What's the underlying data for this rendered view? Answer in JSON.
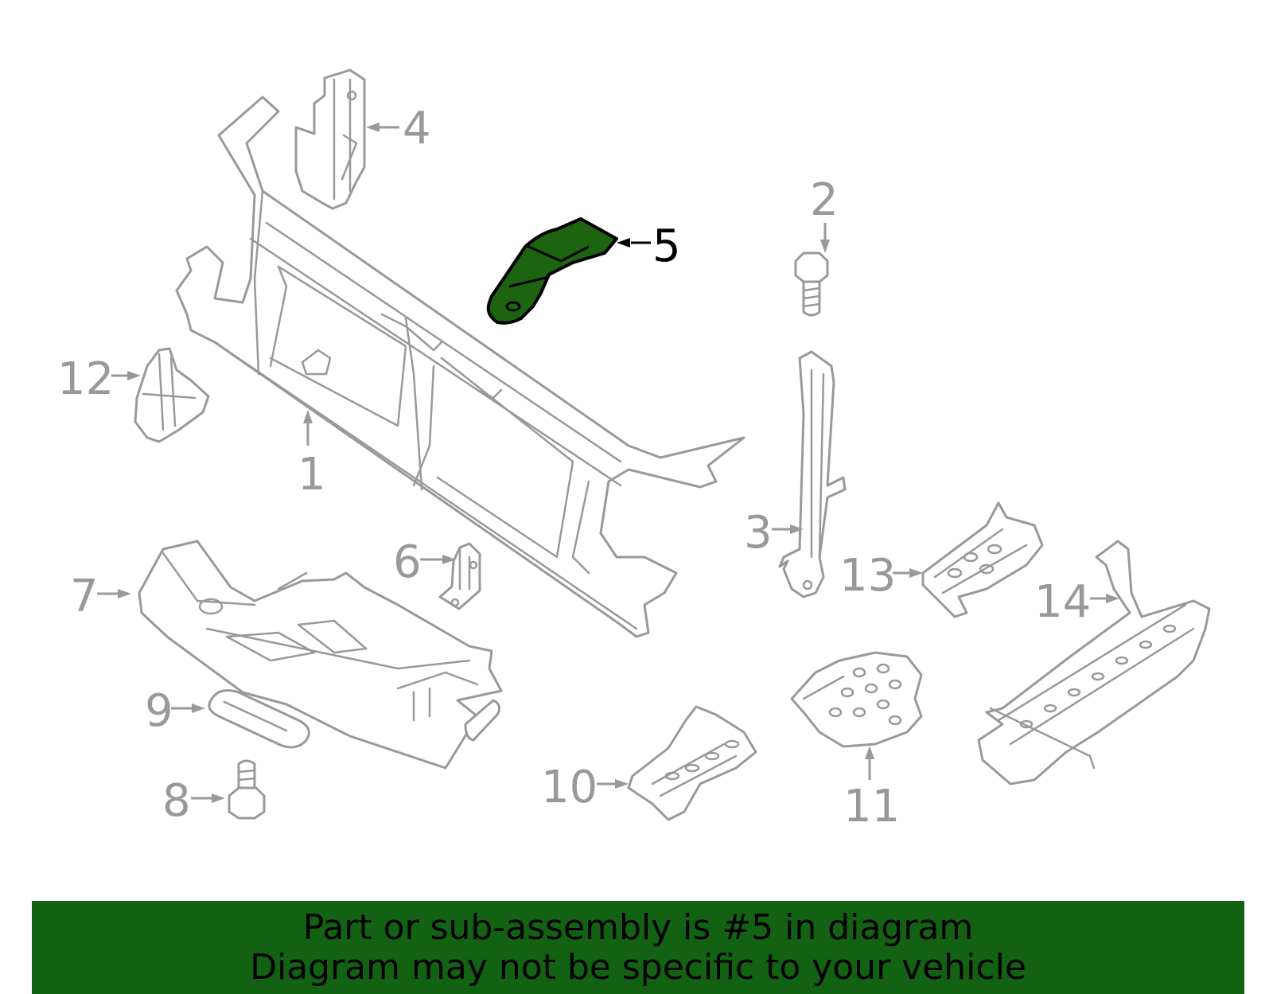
{
  "diagram": {
    "callouts": [
      {
        "id": "1",
        "label": "1"
      },
      {
        "id": "2",
        "label": "2"
      },
      {
        "id": "3",
        "label": "3"
      },
      {
        "id": "4",
        "label": "4"
      },
      {
        "id": "5",
        "label": "5"
      },
      {
        "id": "6",
        "label": "6"
      },
      {
        "id": "7",
        "label": "7"
      },
      {
        "id": "8",
        "label": "8"
      },
      {
        "id": "9",
        "label": "9"
      },
      {
        "id": "10",
        "label": "10"
      },
      {
        "id": "11",
        "label": "11"
      },
      {
        "id": "12",
        "label": "12"
      },
      {
        "id": "13",
        "label": "13"
      },
      {
        "id": "14",
        "label": "14"
      }
    ],
    "highlighted_part": "5",
    "highlight_color": "#1c6410",
    "line_color": "#999999"
  },
  "banner": {
    "line1": "Part or sub-assembly is #5 in diagram",
    "line2": "Diagram may not be specific to your vehicle",
    "background": "#136113"
  }
}
